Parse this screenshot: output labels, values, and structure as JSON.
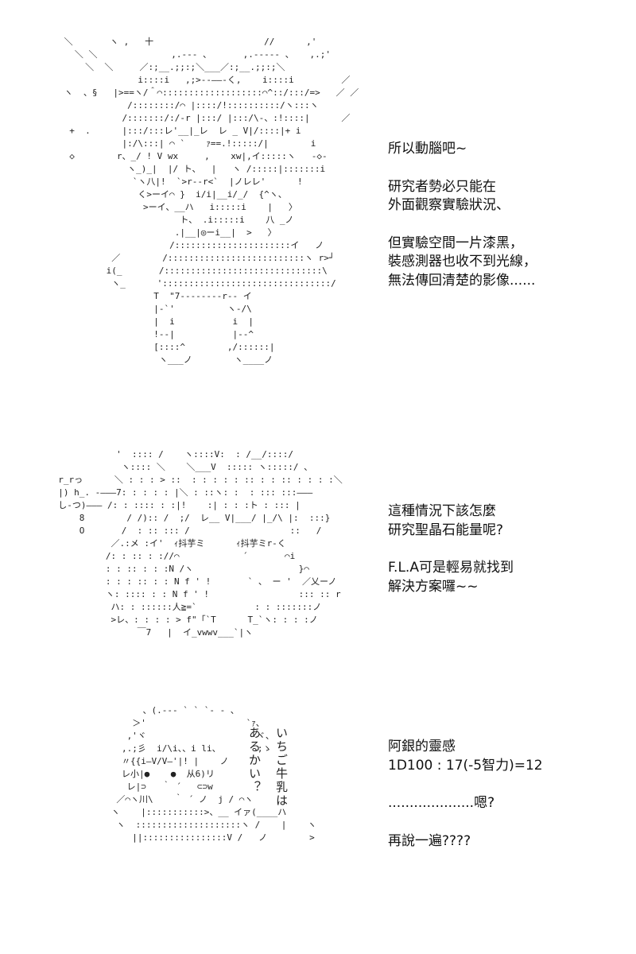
{
  "panels": [
    {
      "art": " ＼       ヽ ,   十                     //      ,'\n   ＼ ＼              ,.--- 、      ,.----- 、   ,.;'\n     ＼  ＼     ／:;__.;;:;＼___／:;__.;;:;＼\n               i::::i   ,;>--――-く,    i::::i         ／\n ヽ  、§   |>==ヽ/＾⌒:::::::::::::::::::⌒^::/:::/=>   ／ ／\n             /::::::::/⌒ |::::/!::::::::::/ヽ:::ヽ\n            /:::::::/:/-r |:::/ |:::/\\-、:!::::|      ／\n  +  .      |:::/:::レ'__|_レ  レ _ V|/::::|+ i\n            |:/\\:::| ⌒ `    ｧ==.!:::::/|        i\n  ◇        r、_/ ! V wx     ,    xw|,イ:::::ヽ   -◇-\n             ヽ_)_|  |/ ト、  |   ヽ /:::::|:::::::i\n              `ヽ八|!  `>r--r<`  |ノレレ'      !\n               く>ーイ⌒ }  i/i|__i/_/  {^ヽ、\n                >ーイ、__ハ   i:::::i    |   〉\n                       ト、 .i:::::i    八 _ノ\n                      .|__|◎ーi__|  >   〉\n                     /::::::::::::::::::::::イ   ノ\n          ／        /::::::::::::::::::::::::::ヽ r>┘\n         i(_       /::::::::::::::::::::::::::::::\\\n          ヽ_      '::::::::::::::::::::::::::::::::/\n                  T  \"7--------r-- イ\n                  |-`'          ヽ-/\\\n                  |  i           i  |\n                  !--|           |--^\n                  [::::^        ,/::::::|\n                   ヽ___ノ        ヽ____ノ",
      "lines": [
        "所以動腦吧~",
        "研究者勢必只能在\n外面觀察實驗狀況、",
        "但實驗空間一片漆黑，\n裝感測器也收不到光線，\n無法傳回清楚的影像......"
      ]
    },
    {
      "art": "             '  :::: /    ヽ::::V:  : /__/::::/\n              ヽ:::: ＼    ＼___V  ::::: ヽ:::::/ 、\n  r_rっ      ＼ : : : > ::  : : : : : :: : : :: : : : :＼\n  |) h_. -―――7: : : : : |＼ : ::ヽ: :  : ::: :::―――\n  し-つ)――― /: : :::: : :|!    :| : : :ト : ::: |\n      8        / /):: /  ;/  レ__ V|___/ |_/\\ |:  :::}\n      O       /  : :: ::: /                   ::   /\n            ／.:メ :イ'  ｨ抖芋ミ      ｨ抖芋ミr-く\n           /: : :: : ://⌒            ´       ⌒i\n           : : :: : : :N /ヽ                    }⌒\n           : : : :: : : N f ' !       ` 、 ー '  ／乂ーノ\n           ヽ: :::: : : N f ' !                 ::: :: r\n            ハ: : ::::::人≧=`           : : :::::::ノ\n            >レ、: : : : > f\"「`T      T_`ヽ: : : :ノ\n                 ￣7   |  イ_vwwv___`|ヽ",
      "lines": [
        "這種情況下該怎麼\n研究聖晶石能量呢?",
        "F.L.A可是輕易就找到\n解決方案囉~~"
      ]
    },
    {
      "art": "            、(.--‐ ` ` `‐ - 、\n          ＞'                   `ｧ、\n         ,'ヾ                     ヾ、\n        ,.;彡  i/\\i、、i li、       ;ゝ\n        〃{{i―V/V―'|! |    ノ\n        レ小|●    ●  从6)リ\n         レ|⊃   ｀ ´   ⊂⊃w\n       ／⌒ヽ川\\    ｀ ´ ノ  j / ⌒ヽ\n      ヽ    |:::::::::::>、__ イァ(____ハ\n       ヽ  ::::::::::::::::::::ヽ /    |    ヽ\n          ||::::::::::::::::V /   ノ        >",
      "speech": [
        "いちご牛乳は",
        "あるかい？"
      ],
      "lines": [
        "阿銀的靈感\n1D100 : 17(-5智力)=12",
        "....................嗯?",
        "再說一遍????"
      ]
    }
  ]
}
